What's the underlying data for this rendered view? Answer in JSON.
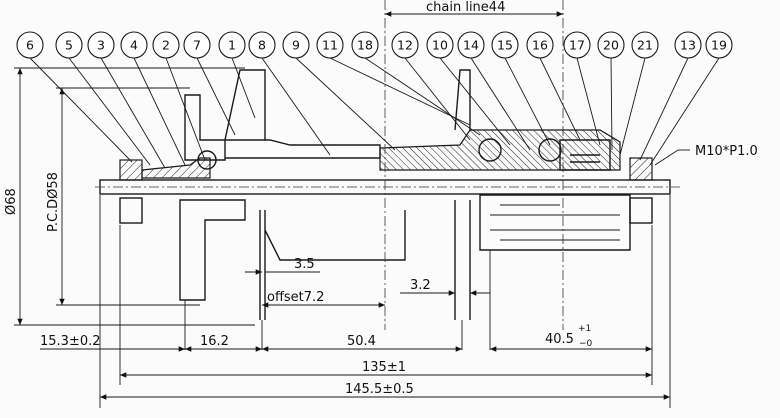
{
  "balloons": [
    "6",
    "5",
    "3",
    "4",
    "2",
    "7",
    "1",
    "8",
    "9",
    "11",
    "18",
    "12",
    "10",
    "14",
    "15",
    "16",
    "17",
    "20",
    "21",
    "13",
    "19"
  ],
  "dimensions": {
    "chain_line": "chain line44",
    "thread": "M10*P1.0",
    "diameter_68": "Ø68",
    "pcd_58": "P.C.DØ58",
    "d_3_5": "3.5",
    "offset": "offset7.2",
    "d_3_2": "3.2",
    "d_15_3": "15.3±0.2",
    "d_16_2": "16.2",
    "d_50_4": "50.4",
    "d_40_5_base": "40.5",
    "d_40_5_sup": "+1",
    "d_40_5_sub": "−0",
    "d_135": "135±1",
    "d_145_5": "145.5±0.5"
  }
}
